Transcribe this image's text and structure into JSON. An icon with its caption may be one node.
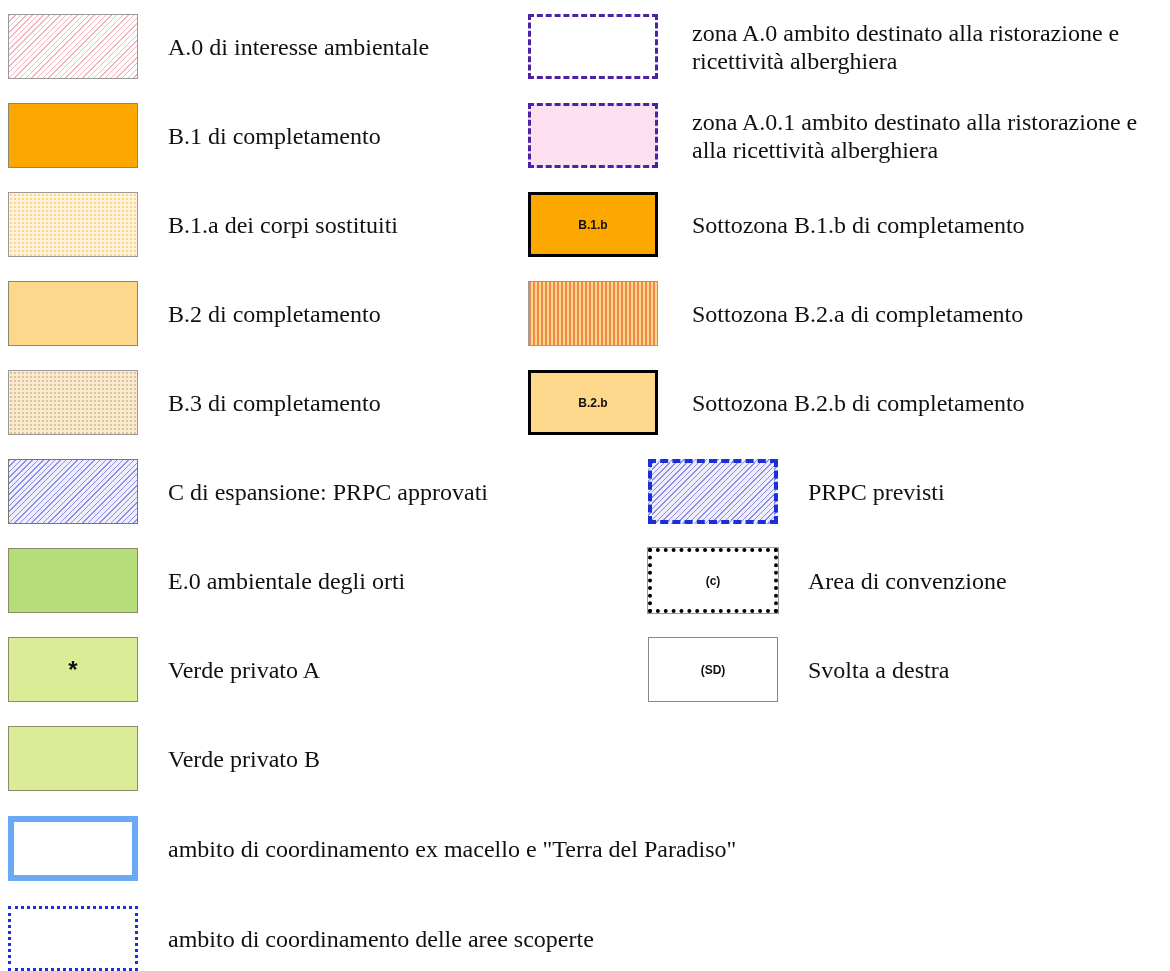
{
  "diagram": {
    "labels": [
      "B.1.b",
      "B.2.b",
      "(c)",
      "*",
      "(SD)"
    ],
    "legend": [
      {
        "text": "A.0 di interesse ambientale"
      },
      {
        "text": "zona A.0 ambito destinato alla ristorazione e ricettività alberghiera"
      },
      {
        "text": "B.1 di completamento",
        "color": "#fca800"
      },
      {
        "text": "zona A.0.1 ambito destinato alla ristorazione e alla ricettività alberghiera"
      },
      {
        "text": "B.1.a dei corpi sostituiti"
      },
      {
        "text": "Sottozona B.1.b di completamento"
      },
      {
        "text": "B.2 di completamento",
        "color": "#fdd88c"
      },
      {
        "text": "Sottozona B.2.a di completamento"
      },
      {
        "text": "B.3 di completamento"
      },
      {
        "text": "Sottozona B.2.b di completamento"
      },
      {
        "text": "C di espansione: PRPC approvati"
      },
      {
        "text": "PRPC previsti"
      },
      {
        "text": "E.0 ambientale degli orti",
        "color": "#b5dd7a"
      },
      {
        "text": "Area di convenzione"
      },
      {
        "text": "Verde privato A",
        "color": "#dbec97"
      },
      {
        "text": "Svolta a destra"
      },
      {
        "text": "Verde privato B",
        "color": "#dbec97"
      },
      {
        "text": "ambito di coordinamento ex macello e \"Terra del Paradiso\""
      },
      {
        "text": "ambito di coordinamento delle aree scoperte"
      }
    ]
  }
}
